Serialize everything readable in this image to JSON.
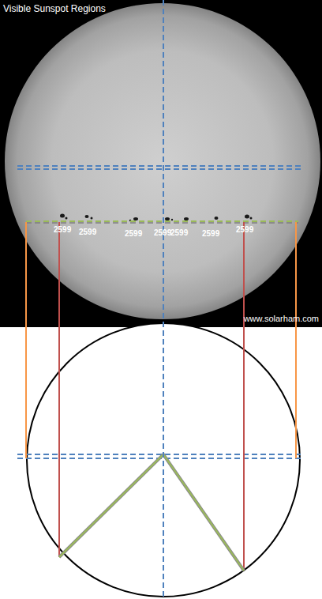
{
  "diagram": {
    "labels": [
      "Visible Sunspot Regions",
      "2599",
      "2599",
      "2599",
      "2599",
      "2599",
      "2599",
      "2599",
      "www.solarham.com"
    ]
  }
}
